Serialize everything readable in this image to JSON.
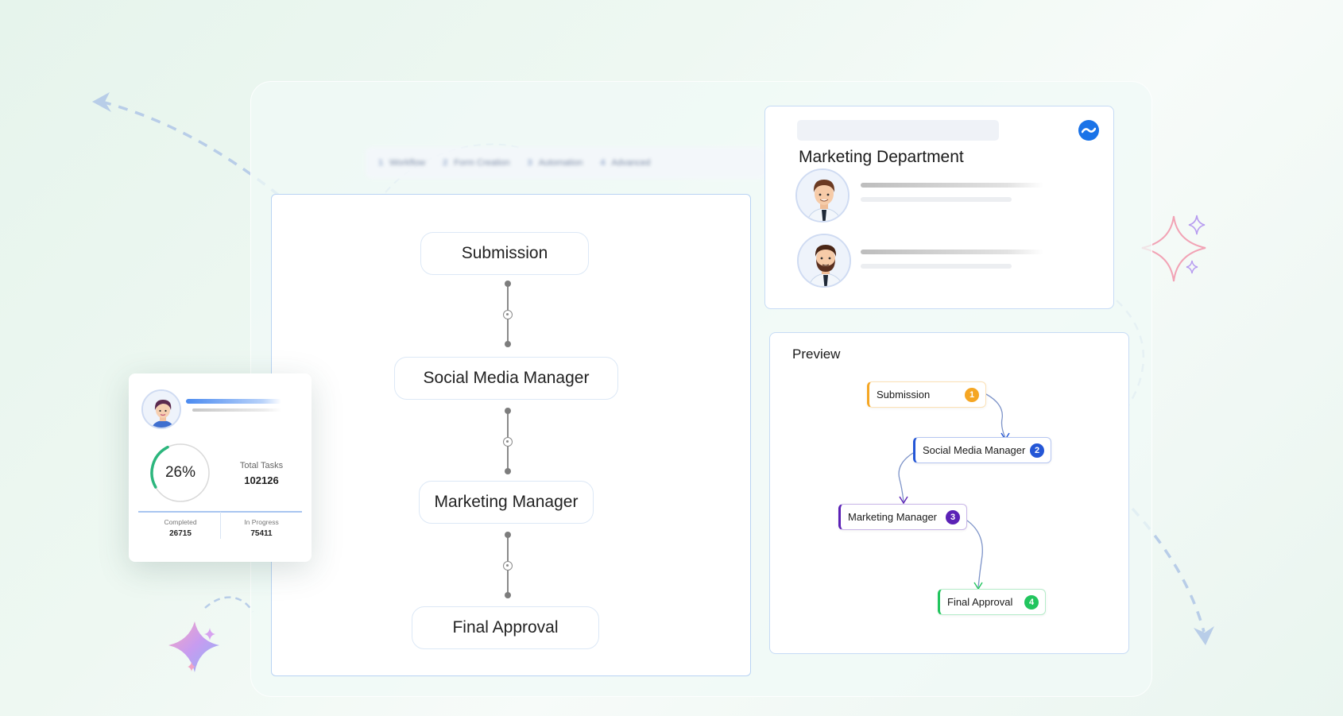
{
  "stepper": {
    "steps": [
      {
        "num": "1",
        "label": "Workflow"
      },
      {
        "num": "2",
        "label": "Form Creation"
      },
      {
        "num": "3",
        "label": "Automation"
      },
      {
        "num": "4",
        "label": "Advanced"
      }
    ]
  },
  "workflow": {
    "nodes": [
      {
        "label": "Submission"
      },
      {
        "label": "Social Media Manager"
      },
      {
        "label": "Marketing Manager"
      },
      {
        "label": "Final Approval"
      }
    ]
  },
  "stats": {
    "progress_percent": 26,
    "progress_label": "26%",
    "total_tasks_label": "Total Tasks",
    "total_tasks_value": "102126",
    "completed_label": "Completed",
    "completed_value": "26715",
    "in_progress_label": "In Progress",
    "in_progress_value": "75411",
    "ring_color": "#2cb67d"
  },
  "department": {
    "title": "Marketing Department",
    "brand_icon": "wave-logo-icon",
    "brand_color": "#1a73e8",
    "members": [
      {
        "avatar": "man-avatar-icon"
      },
      {
        "avatar": "bearded-man-avatar-icon"
      }
    ]
  },
  "preview": {
    "title": "Preview",
    "nodes": [
      {
        "label": "Submission",
        "badge": "1",
        "color": "#f5a623"
      },
      {
        "label": "Social Media Manager",
        "badge": "2",
        "color": "#2456d6"
      },
      {
        "label": "Marketing Manager",
        "badge": "3",
        "color": "#5b21b6"
      },
      {
        "label": "Final Approval",
        "badge": "4",
        "color": "#22c55e"
      }
    ]
  }
}
